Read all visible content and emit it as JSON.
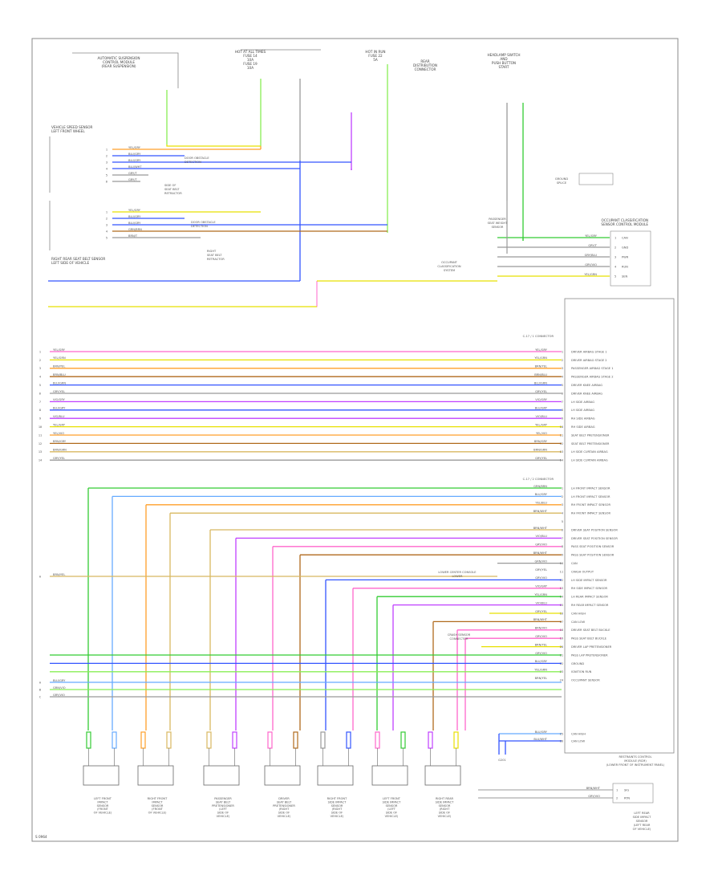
{
  "colors": {
    "frame": "#888888",
    "wire_red": "#ff3344",
    "wire_yellow": "#e8e000",
    "wire_orange": "#ff9f2a",
    "wire_green": "#33cc33",
    "wire_blue": "#3355ff",
    "wire_violet": "#c040ff",
    "wire_brown": "#b06a1c",
    "wire_pink": "#ff66cc",
    "wire_gray": "#999999",
    "wire_lightgreen": "#88ee55",
    "wire_lightblue": "#66aaff",
    "wire_tan": "#d8b860"
  },
  "top_connectors": [
    {
      "id": "c1",
      "text": "AUTOMATIC SUSPENSION\nCONTROL MODULE\n(REAR SUSPENSION)"
    },
    {
      "id": "c2",
      "text": "HOT AT ALL TIMES\nFUSE 14\n10A\nFUSE 19\n10A"
    },
    {
      "id": "c3",
      "text": "HOT IN RUN\nFUSE 22\n5A"
    },
    {
      "id": "c4",
      "text": "REAR\nDISTRIBUTION\nCONNECTOR"
    },
    {
      "id": "c5",
      "text": "HEADLAMP SWITCH\nAND\nPUSH BUTTON\nSTART"
    }
  ],
  "left_modules": [
    {
      "id": "m1",
      "text": "VEHICLE SPEED SENSOR\nLEFT FRONT WHEEL"
    },
    {
      "id": "m2",
      "text": "RIGHT REAR SEAT BELT SENSOR\nLEFT SIDE OF VEHICLE"
    }
  ],
  "left_upper_pins": [
    "1",
    "2",
    "3",
    "4",
    "5",
    "6"
  ],
  "left_upper_wires": [
    "YEL/GRY",
    "BLU/GRY",
    "BLU/GRY",
    "BLU/WHT",
    "GRY/T",
    "GRY/T"
  ],
  "left_mid_pins": [
    "1",
    "2",
    "3",
    "4",
    "5"
  ],
  "left_mid_wires": [
    "YEL/GRY",
    "BLU/GRY",
    "BLU/GRY",
    "GRN/BRN",
    "BRN/T"
  ],
  "splice_notes": [
    {
      "id": "s1",
      "text": "SIDE OF\nSEAT BELT\nRETRACTOR"
    },
    {
      "id": "s2",
      "text": "DOOR OBSTACLE\nDETECTION"
    },
    {
      "id": "s3",
      "text": "RIGHT\nSEAT BELT\nRETRACTOR"
    }
  ],
  "rcm_title": "RESTRAINTS CONTROL MODULE (RCM)",
  "rcm_header_a": "C-17 / 1 CONNECTOR",
  "rcm_header_b": "C-17 / 2 CONNECTOR",
  "rcm_pins_a": [
    {
      "pin": "1",
      "label": "DRIVER AIRBAG STAGE 1",
      "wire": "YEL/GRY"
    },
    {
      "pin": "2",
      "label": "DRIVER AIRBAG STAGE 2",
      "wire": "YEL/GRN"
    },
    {
      "pin": "3",
      "label": "PASSENGER AIRBAG STAGE 1",
      "wire": "BRN/YEL"
    },
    {
      "pin": "4",
      "label": "PASSENGER AIRBAG STAGE 2",
      "wire": "BRN/BLU"
    },
    {
      "pin": "5",
      "label": "DRIVER KNEE AIRBAG",
      "wire": "BLU/GRN"
    },
    {
      "pin": "6",
      "label": "DRIVER KNEE AIRBAG",
      "wire": "GRY/YEL"
    },
    {
      "pin": "7",
      "label": "LH SIDE AIRBAG",
      "wire": "VIO/GRY"
    },
    {
      "pin": "8",
      "label": "LH SIDE AIRBAG",
      "wire": "BLU/GRY"
    },
    {
      "pin": "9",
      "label": "RH SIDE AIRBAG",
      "wire": "VIO/BLU"
    },
    {
      "pin": "10",
      "label": "RH SIDE AIRBAG",
      "wire": "YEL/GRY"
    },
    {
      "pin": "11",
      "label": "SEAT BELT PRETENSIONER",
      "wire": "YEL/VIO"
    },
    {
      "pin": "12",
      "label": "SEAT BELT PRETENSIONER",
      "wire": "BRN/GRY"
    },
    {
      "pin": "13",
      "label": "LH SIDE CURTAIN AIRBAG",
      "wire": "BRN/GRN"
    },
    {
      "pin": "14",
      "label": "LH SIDE CURTAIN AIRBAG",
      "wire": "GRY/YEL"
    }
  ],
  "rcm_pins_b": [
    {
      "pin": "1",
      "label": "LH FRONT IMPACT SENSOR",
      "wire": "GRN/BRN"
    },
    {
      "pin": "2",
      "label": "LH FRONT IMPACT SENSOR",
      "wire": "BLU/GRY"
    },
    {
      "pin": "3",
      "label": "RH FRONT IMPACT SENSOR",
      "wire": "YEL/BLU"
    },
    {
      "pin": "4",
      "label": "RH FRONT IMPACT SENSOR",
      "wire": "BRN/WHT"
    },
    {
      "pin": "5",
      "label": "",
      "wire": ""
    },
    {
      "pin": "6",
      "label": "DRIVER SEAT POSITION SENSOR",
      "wire": "BRN/WHT"
    },
    {
      "pin": "7",
      "label": "DRIVER SEAT POSITION SENSOR",
      "wire": "VIO/BLU"
    },
    {
      "pin": "8",
      "label": "PASS SEAT POSITION SENSOR",
      "wire": "GRY/VIO"
    },
    {
      "pin": "9",
      "label": "PASS SEAT POSITION SENSOR",
      "wire": "BRN/WHT"
    },
    {
      "pin": "10",
      "label": "CAN",
      "wire": "GRN/VIO"
    },
    {
      "pin": "11",
      "label": "CRASH OUTPUT",
      "wire": "GRY/YEL"
    },
    {
      "pin": "12",
      "label": "LH SIDE IMPACT SENSOR",
      "wire": "GRY/VIO"
    },
    {
      "pin": "13",
      "label": "RH SIDE IMPACT SENSOR",
      "wire": "VIO/GRY"
    },
    {
      "pin": "14",
      "label": "LH REAR IMPACT SENSOR",
      "wire": "YEL/GRN"
    },
    {
      "pin": "15",
      "label": "RH REAR IMPACT SENSOR",
      "wire": "VIO/BLU"
    },
    {
      "pin": "16",
      "label": "CAN HIGH",
      "wire": "GRY/YEL"
    },
    {
      "pin": "17",
      "label": "CAN LOW",
      "wire": "BRN/WHT"
    },
    {
      "pin": "18",
      "label": "DRIVER SEAT BELT BUCKLE",
      "wire": "BRN/VIO"
    },
    {
      "pin": "19",
      "label": "PASS SEAT BELT BUCKLE",
      "wire": "GRY/VIO"
    },
    {
      "pin": "20",
      "label": "DRIVER LAP PRETENSIONER",
      "wire": "BRN/YEL"
    },
    {
      "pin": "21",
      "label": "PASS LAP PRETENSIONER",
      "wire": "GRY/VIO"
    },
    {
      "pin": "22",
      "label": "GROUND",
      "wire": "BLU/GRY"
    },
    {
      "pin": "23",
      "label": "IGNITION RUN",
      "wire": "YEL/GRN"
    },
    {
      "pin": "24",
      "label": "OCCUPANT SENSOR",
      "wire": "BRN/YEL"
    }
  ],
  "rcm_bottom_pins": [
    {
      "pin": "25",
      "label": "CAN HIGH",
      "wire": "BLU/GRY"
    },
    {
      "pin": "26",
      "label": "CAN LOW",
      "wire": "BLU/WHT"
    }
  ],
  "rcm_footer": "RESTRAINTS CONTROL\nMODULE (RCM)\n(LOWER FRONT OF INSTRUMENT PANEL)",
  "ocs_title": "OCCUPANT CLASSIFICATION\nSENSOR CONTROL MODULE",
  "ocs_pins": [
    {
      "pin": "1",
      "label": "CAN",
      "wire": "YEL/GRY"
    },
    {
      "pin": "2",
      "label": "GND",
      "wire": "GRY/T"
    },
    {
      "pin": "3",
      "label": "PWR",
      "wire": "GRY/BLU"
    },
    {
      "pin": "4",
      "label": "RUN",
      "wire": "GRY/VIO"
    },
    {
      "pin": "5",
      "label": "SEN",
      "wire": "YEL/GRN"
    }
  ],
  "ocs_side_notes": [
    {
      "id": "o1",
      "text": "PASSENGER\nSEAT WEIGHT\nSENSOR"
    },
    {
      "id": "o2",
      "text": "OCCUPANT\nCLASSIFICATION\nSYSTEM"
    }
  ],
  "left_side_wires": [
    {
      "pin": "1",
      "wire": "YEL/GRY"
    },
    {
      "pin": "2",
      "wire": "YEL/GRN"
    },
    {
      "pin": "3",
      "wire": "BRN/YEL"
    },
    {
      "pin": "4",
      "wire": "BRN/BLU"
    },
    {
      "pin": "5",
      "wire": "BLU/GRN"
    },
    {
      "pin": "6",
      "wire": "GRY/YEL"
    },
    {
      "pin": "7",
      "wire": "VIO/GRY"
    },
    {
      "pin": "8",
      "wire": "BLU/GRY"
    },
    {
      "pin": "9",
      "wire": "VIO/BLU"
    },
    {
      "pin": "10",
      "wire": "YEL/GRY"
    },
    {
      "pin": "11",
      "wire": "YEL/VIO"
    },
    {
      "pin": "12",
      "wire": "BRN/GRY"
    },
    {
      "pin": "13",
      "wire": "BRN/GRN"
    },
    {
      "pin": "14",
      "wire": "GRY/YEL"
    }
  ],
  "lower_left_wires": [
    {
      "pin": "A",
      "wire": "BLU/GRY"
    },
    {
      "pin": "B",
      "wire": "GRN/VIO"
    },
    {
      "pin": "C",
      "wire": "GRY/VIO"
    }
  ],
  "mid_left_wire": {
    "pin": "A",
    "wire": "BRN/YEL"
  },
  "note_lower_center": "LOWER CENTER CONSOLE\nLOWER",
  "note_crash_sensor": "CRASH SENSOR\nCONNECTOR",
  "ground_label": "G201",
  "bottom_sensors": [
    {
      "id": "b1",
      "text": "LEFT FRONT\nIMPACT\nSENSOR\n(FRONT\nOF VEHICLE)"
    },
    {
      "id": "b2",
      "text": "RIGHT FRONT\nIMPACT\nSENSOR\n(FRONT\nOF VEHICLE)"
    },
    {
      "id": "b3",
      "text": "PASSENGER\nSEAT BELT\nPRETENSIONER\n(LEFT\nSIDE OF\nVEHICLE)"
    },
    {
      "id": "b4",
      "text": "DRIVER\nSEAT BELT\nPRETENSIONER\n(RIGHT\nSIDE OF\nVEHICLE)"
    },
    {
      "id": "b5",
      "text": "RIGHT FRONT\nSIDE IMPACT\nSENSOR\n(RIGHT\nSIDE OF\nVEHICLE)"
    },
    {
      "id": "b6",
      "text": "LEFT FRONT\nSIDE IMPACT\nSENSOR\n(LEFT\nSIDE OF\nVEHICLE)"
    },
    {
      "id": "b7",
      "text": "RIGHT REAR\nSIDE IMPACT\nSENSOR\n(RIGHT\nSIDE OF\nVEHICLE)"
    }
  ],
  "bottom_right_note": "LEFT REAR\nSIDE IMPACT\nSENSOR\n(LEFT REAR\nOF VEHICLE)",
  "bottom_right_box_pins": [
    {
      "pin": "1",
      "label": "SIG",
      "wire": "BRN/WHT"
    },
    {
      "pin": "2",
      "label": "RTN",
      "wire": "GRY/VIO"
    }
  ],
  "footer_code": "S 0964"
}
